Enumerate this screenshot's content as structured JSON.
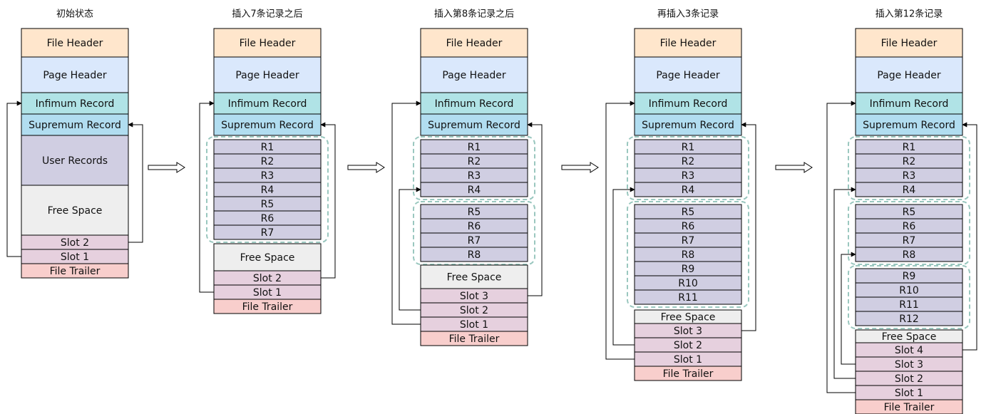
{
  "colors": {
    "file_header": "#ffe6cc",
    "page_header": "#dae8fc",
    "infimum": "#b0e3e6",
    "supremum": "#b1ddf0",
    "user_records": "#d0cee2",
    "free_space": "#eeeeee",
    "slot": "#e6d0de",
    "file_trailer": "#f8cecc",
    "stroke": "#000000",
    "group_border": "#9ac7bf"
  },
  "stages": [
    {
      "title": "初始状态",
      "cells": [
        {
          "label": "File Header",
          "kind": "file_header"
        },
        {
          "label": "Page Header",
          "kind": "page_header"
        },
        {
          "label": "Infimum Record",
          "kind": "infimum"
        },
        {
          "label": "Supremum Record",
          "kind": "supremum"
        },
        {
          "label": "User Records",
          "kind": "user_records"
        },
        {
          "label": "Free Space",
          "kind": "free_space"
        },
        {
          "label": "Slot 2",
          "kind": "slot"
        },
        {
          "label": "Slot 1",
          "kind": "slot"
        },
        {
          "label": "File Trailer",
          "kind": "file_trailer"
        }
      ]
    },
    {
      "title": "插入7条记录之后",
      "cells": [
        {
          "label": "File Header",
          "kind": "file_header"
        },
        {
          "label": "Page Header",
          "kind": "page_header"
        },
        {
          "label": "Infimum Record",
          "kind": "infimum"
        },
        {
          "label": "Supremum Record",
          "kind": "supremum"
        },
        {
          "label": "R1",
          "kind": "user_records"
        },
        {
          "label": "R2",
          "kind": "user_records"
        },
        {
          "label": "R3",
          "kind": "user_records"
        },
        {
          "label": "R4",
          "kind": "user_records"
        },
        {
          "label": "R5",
          "kind": "user_records"
        },
        {
          "label": "R6",
          "kind": "user_records"
        },
        {
          "label": "R7",
          "kind": "user_records"
        },
        {
          "label": "Free Space",
          "kind": "free_space"
        },
        {
          "label": "Slot 2",
          "kind": "slot"
        },
        {
          "label": "Slot 1",
          "kind": "slot"
        },
        {
          "label": "File Trailer",
          "kind": "file_trailer"
        }
      ]
    },
    {
      "title": "插入第8条记录之后",
      "cells": [
        {
          "label": "File Header",
          "kind": "file_header"
        },
        {
          "label": "Page Header",
          "kind": "page_header"
        },
        {
          "label": "Infimum Record",
          "kind": "infimum"
        },
        {
          "label": "Supremum Record",
          "kind": "supremum"
        },
        {
          "label": "R1",
          "kind": "user_records"
        },
        {
          "label": "R2",
          "kind": "user_records"
        },
        {
          "label": "R3",
          "kind": "user_records"
        },
        {
          "label": "R4",
          "kind": "user_records"
        },
        {
          "label": "R5",
          "kind": "user_records"
        },
        {
          "label": "R6",
          "kind": "user_records"
        },
        {
          "label": "R7",
          "kind": "user_records"
        },
        {
          "label": "R8",
          "kind": "user_records"
        },
        {
          "label": "Free Space",
          "kind": "free_space"
        },
        {
          "label": "Slot 3",
          "kind": "slot"
        },
        {
          "label": "Slot 2",
          "kind": "slot"
        },
        {
          "label": "Slot 1",
          "kind": "slot"
        },
        {
          "label": "File Trailer",
          "kind": "file_trailer"
        }
      ]
    },
    {
      "title": "再插入3条记录",
      "cells": [
        {
          "label": "File Header",
          "kind": "file_header"
        },
        {
          "label": "Page Header",
          "kind": "page_header"
        },
        {
          "label": "Infimum Record",
          "kind": "infimum"
        },
        {
          "label": "Supremum Record",
          "kind": "supremum"
        },
        {
          "label": "R1",
          "kind": "user_records"
        },
        {
          "label": "R2",
          "kind": "user_records"
        },
        {
          "label": "R3",
          "kind": "user_records"
        },
        {
          "label": "R4",
          "kind": "user_records"
        },
        {
          "label": "R5",
          "kind": "user_records"
        },
        {
          "label": "R6",
          "kind": "user_records"
        },
        {
          "label": "R7",
          "kind": "user_records"
        },
        {
          "label": "R8",
          "kind": "user_records"
        },
        {
          "label": "R9",
          "kind": "user_records"
        },
        {
          "label": "R10",
          "kind": "user_records"
        },
        {
          "label": "R11",
          "kind": "user_records"
        },
        {
          "label": "Free Space",
          "kind": "free_space"
        },
        {
          "label": "Slot 3",
          "kind": "slot"
        },
        {
          "label": "Slot 2",
          "kind": "slot"
        },
        {
          "label": "Slot 1",
          "kind": "slot"
        },
        {
          "label": "File Trailer",
          "kind": "file_trailer"
        }
      ]
    },
    {
      "title": "插入第12条记录",
      "cells": [
        {
          "label": "File Header",
          "kind": "file_header"
        },
        {
          "label": "Page Header",
          "kind": "page_header"
        },
        {
          "label": "Infimum Record",
          "kind": "infimum"
        },
        {
          "label": "Supremum Record",
          "kind": "supremum"
        },
        {
          "label": "R1",
          "kind": "user_records"
        },
        {
          "label": "R2",
          "kind": "user_records"
        },
        {
          "label": "R3",
          "kind": "user_records"
        },
        {
          "label": "R4",
          "kind": "user_records"
        },
        {
          "label": "R5",
          "kind": "user_records"
        },
        {
          "label": "R6",
          "kind": "user_records"
        },
        {
          "label": "R7",
          "kind": "user_records"
        },
        {
          "label": "R8",
          "kind": "user_records"
        },
        {
          "label": "R9",
          "kind": "user_records"
        },
        {
          "label": "R10",
          "kind": "user_records"
        },
        {
          "label": "R11",
          "kind": "user_records"
        },
        {
          "label": "R12",
          "kind": "user_records"
        },
        {
          "label": "Free Space",
          "kind": "free_space"
        },
        {
          "label": "Slot 4",
          "kind": "slot"
        },
        {
          "label": "Slot 3",
          "kind": "slot"
        },
        {
          "label": "Slot 2",
          "kind": "slot"
        },
        {
          "label": "Slot 1",
          "kind": "slot"
        },
        {
          "label": "File Trailer",
          "kind": "file_trailer"
        }
      ]
    }
  ],
  "transition_icon": "double-line-right-arrow-icon"
}
